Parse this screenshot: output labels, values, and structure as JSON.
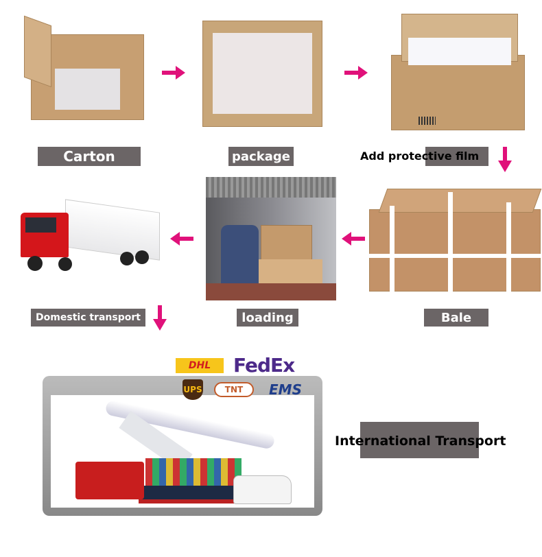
{
  "steps": {
    "carton": "Carton",
    "package": "package",
    "protective_film": "Add protective film",
    "bale": "Bale",
    "loading": "loading",
    "domestic": "Domestic transport",
    "international": "International Transport"
  },
  "carriers": [
    "DHL",
    "FedEx",
    "UPS",
    "TNT",
    "EMS"
  ],
  "colors": {
    "label_bg": "#6b6566",
    "arrow": "#e0117a",
    "carton": "#c9a57a"
  }
}
